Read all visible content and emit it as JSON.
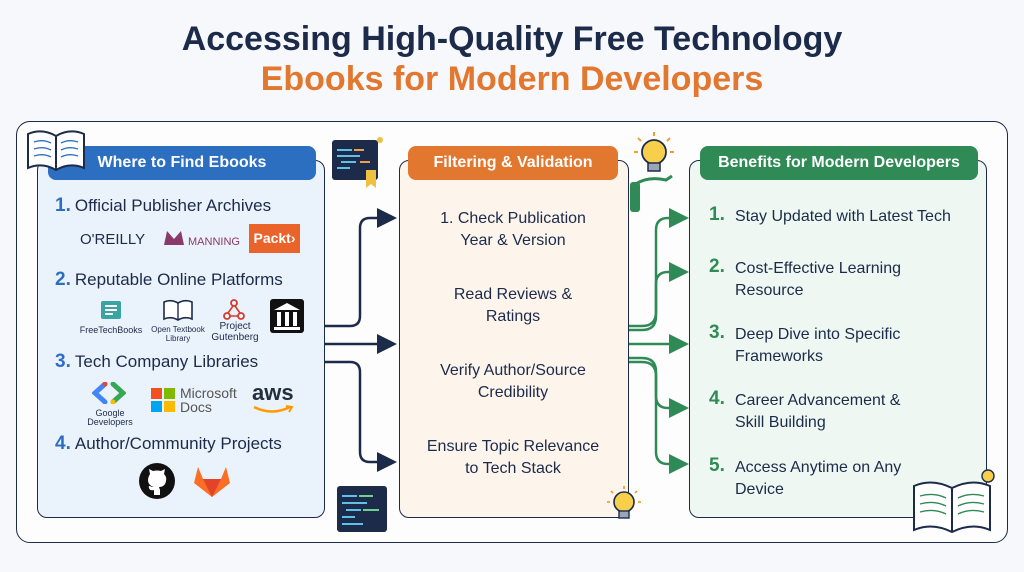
{
  "title": {
    "line1": "Accessing High-Quality Free Technology",
    "line2": "Ebooks for Modern Developers"
  },
  "colors": {
    "navy": "#1c2b4a",
    "blue": "#2c6fc0",
    "orange": "#e2772f",
    "green": "#2f8a56"
  },
  "left": {
    "header": "Where to Find Ebooks",
    "items": [
      {
        "num": "1.",
        "label": "Official Publisher Archives"
      },
      {
        "num": "2.",
        "label": "Reputable Online Platforms"
      },
      {
        "num": "3.",
        "label": "Tech Company Libraries"
      },
      {
        "num": "4.",
        "label": "Author/Community Projects"
      }
    ],
    "logos": {
      "oreilly": "O'REILLY",
      "manning": "MANNING",
      "packt": "Packt›",
      "freetechbooks": "FreeTechBooks",
      "opentextbook_1": "Open Textbook",
      "opentextbook_2": "Library",
      "gutenberg_1": "Project",
      "gutenberg_2": "Gutenberg",
      "googledev": "Google Developers",
      "msdocs_1": "Microsoft",
      "msdocs_2": "Docs",
      "aws": "aws"
    }
  },
  "middle": {
    "header": "Filtering & Validation",
    "steps": [
      {
        "l1": "1. Check Publication",
        "l2": "Year & Version"
      },
      {
        "l1": "Read Reviews &",
        "l2": "Ratings"
      },
      {
        "l1": "Verify Author/Source",
        "l2": "Credibility"
      },
      {
        "l1": "Ensure Topic Relevance",
        "l2": "to Tech Stack"
      }
    ]
  },
  "right": {
    "header": "Benefits for Modern Developers",
    "items": [
      {
        "num": "1.",
        "l1": "Stay Updated with Latest Tech",
        "l2": ""
      },
      {
        "num": "2.",
        "l1": "Cost-Effective Learning",
        "l2": "Resource"
      },
      {
        "num": "3.",
        "l1": "Deep Dive into Specific",
        "l2": "Frameworks"
      },
      {
        "num": "4.",
        "l1": "Career Advancement &",
        "l2": "Skill Building"
      },
      {
        "num": "5.",
        "l1": "Access Anytime on Any",
        "l2": "Device"
      }
    ]
  },
  "icons": [
    "open-book-icon",
    "code-window-icon",
    "lightbulb-icon",
    "github-icon",
    "gitlab-icon",
    "pillars-icon",
    "pdf-icon"
  ]
}
